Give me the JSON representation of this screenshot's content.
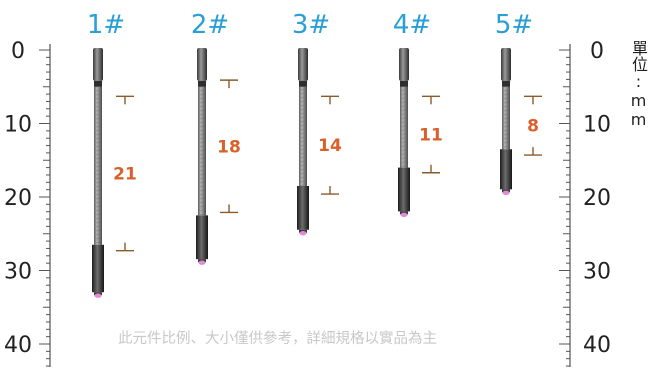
{
  "scale": {
    "unit_label": "單位:mm",
    "ticks": [
      "0",
      "10",
      "20",
      "30",
      "40"
    ],
    "tick_values": [
      0,
      10,
      20,
      30,
      40
    ]
  },
  "probes": [
    {
      "label": "1#",
      "dimension": "21",
      "start_mm": 6.3,
      "end_mm": 27.3,
      "body_end_mm": 26.5,
      "total_mm": 33.5
    },
    {
      "label": "2#",
      "dimension": "18",
      "start_mm": 4.1,
      "end_mm": 22.1,
      "body_end_mm": 22.5,
      "total_mm": 29.0
    },
    {
      "label": "3#",
      "dimension": "14",
      "start_mm": 6.3,
      "end_mm": 19.6,
      "body_end_mm": 18.5,
      "total_mm": 25.0
    },
    {
      "label": "4#",
      "dimension": "11",
      "start_mm": 6.3,
      "end_mm": 16.7,
      "body_end_mm": 16.0,
      "total_mm": 22.5
    },
    {
      "label": "5#",
      "dimension": "8",
      "start_mm": 6.3,
      "end_mm": 14.3,
      "body_end_mm": 13.5,
      "total_mm": 19.5
    }
  ],
  "note": "此元件比例、大小僅供參考，詳細規格以實品為主",
  "colors": {
    "label": "#2a9fd6",
    "dimension_text": "#d9602a",
    "dimension_line": "#8a5a2b",
    "scale": "#555555",
    "tip": "#e08ad8"
  }
}
